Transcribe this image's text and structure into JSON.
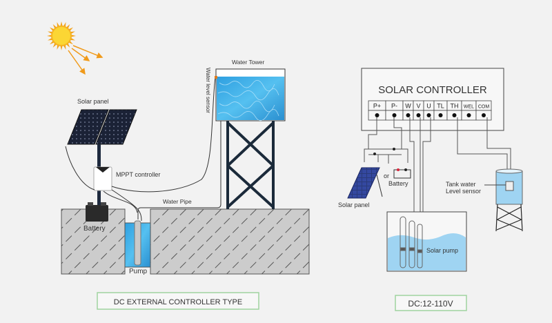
{
  "left": {
    "labels": {
      "solar_panel": "Solar panel",
      "mppt_controller": "MPPT controller",
      "water_tower": "Water Tower",
      "water_level_sensor": "Water  level sensor",
      "water_pipe": "Water Pipe",
      "battery": "Battery",
      "pump": "Pump"
    },
    "caption": "DC EXTERNAL CONTROLLER TYPE"
  },
  "right": {
    "controller_title": "SOLAR CONTROLLER",
    "terminals": [
      "P+",
      "P-",
      "W",
      "V",
      "U",
      "TL",
      "TH",
      "WEL",
      "COM"
    ],
    "labels": {
      "solar_panel": "Solar panel",
      "or": "or",
      "battery": "Battery",
      "solar_pump": "Solar pump",
      "tank_sensor_line1": "Tank water",
      "tank_sensor_line2": "Level sensor"
    },
    "caption": "DC:12-110V"
  },
  "colors": {
    "background": "#f2f2f2",
    "water": "#4fb3e8",
    "water_light": "#a9d8f2",
    "ground": "#cccccc",
    "sun": "#fbd634",
    "sun_ray": "#f09a1a",
    "caption_border": "#9fd39f",
    "panel": "#1c2744"
  }
}
